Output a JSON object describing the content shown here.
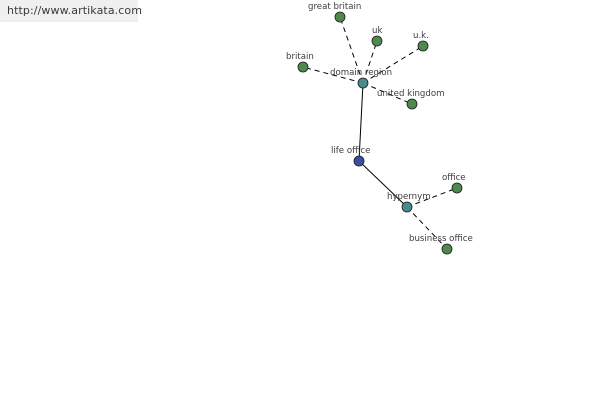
{
  "header": {
    "url": "http://www.artikata.com"
  },
  "graph": {
    "colors": {
      "leaf": "#4e8a4e",
      "relation": "#4a8c8c",
      "root": "#3d4da0",
      "edge": "#000000",
      "label": "#3c3c3c"
    },
    "nodes": [
      {
        "id": "life_office",
        "label": "life office",
        "kind": "root"
      },
      {
        "id": "domain_region",
        "label": "domain region",
        "kind": "relation"
      },
      {
        "id": "hypernym",
        "label": "hypernym",
        "kind": "relation"
      },
      {
        "id": "great_britain",
        "label": "great britain",
        "kind": "leaf"
      },
      {
        "id": "uk",
        "label": "uk",
        "kind": "leaf"
      },
      {
        "id": "u_k",
        "label": "u.k.",
        "kind": "leaf"
      },
      {
        "id": "britain",
        "label": "britain",
        "kind": "leaf"
      },
      {
        "id": "united_kingdom",
        "label": "united kingdom",
        "kind": "leaf"
      },
      {
        "id": "office",
        "label": "office",
        "kind": "leaf"
      },
      {
        "id": "business_office",
        "label": "business office",
        "kind": "leaf"
      }
    ],
    "edges": [
      {
        "from": "life_office",
        "to": "domain_region",
        "style": "solid"
      },
      {
        "from": "life_office",
        "to": "hypernym",
        "style": "solid"
      },
      {
        "from": "domain_region",
        "to": "great_britain",
        "style": "dashed"
      },
      {
        "from": "domain_region",
        "to": "uk",
        "style": "dashed"
      },
      {
        "from": "domain_region",
        "to": "u_k",
        "style": "dashed"
      },
      {
        "from": "domain_region",
        "to": "britain",
        "style": "dashed"
      },
      {
        "from": "domain_region",
        "to": "united_kingdom",
        "style": "dashed"
      },
      {
        "from": "hypernym",
        "to": "office",
        "style": "dashed"
      },
      {
        "from": "hypernym",
        "to": "business_office",
        "style": "dashed"
      }
    ]
  }
}
